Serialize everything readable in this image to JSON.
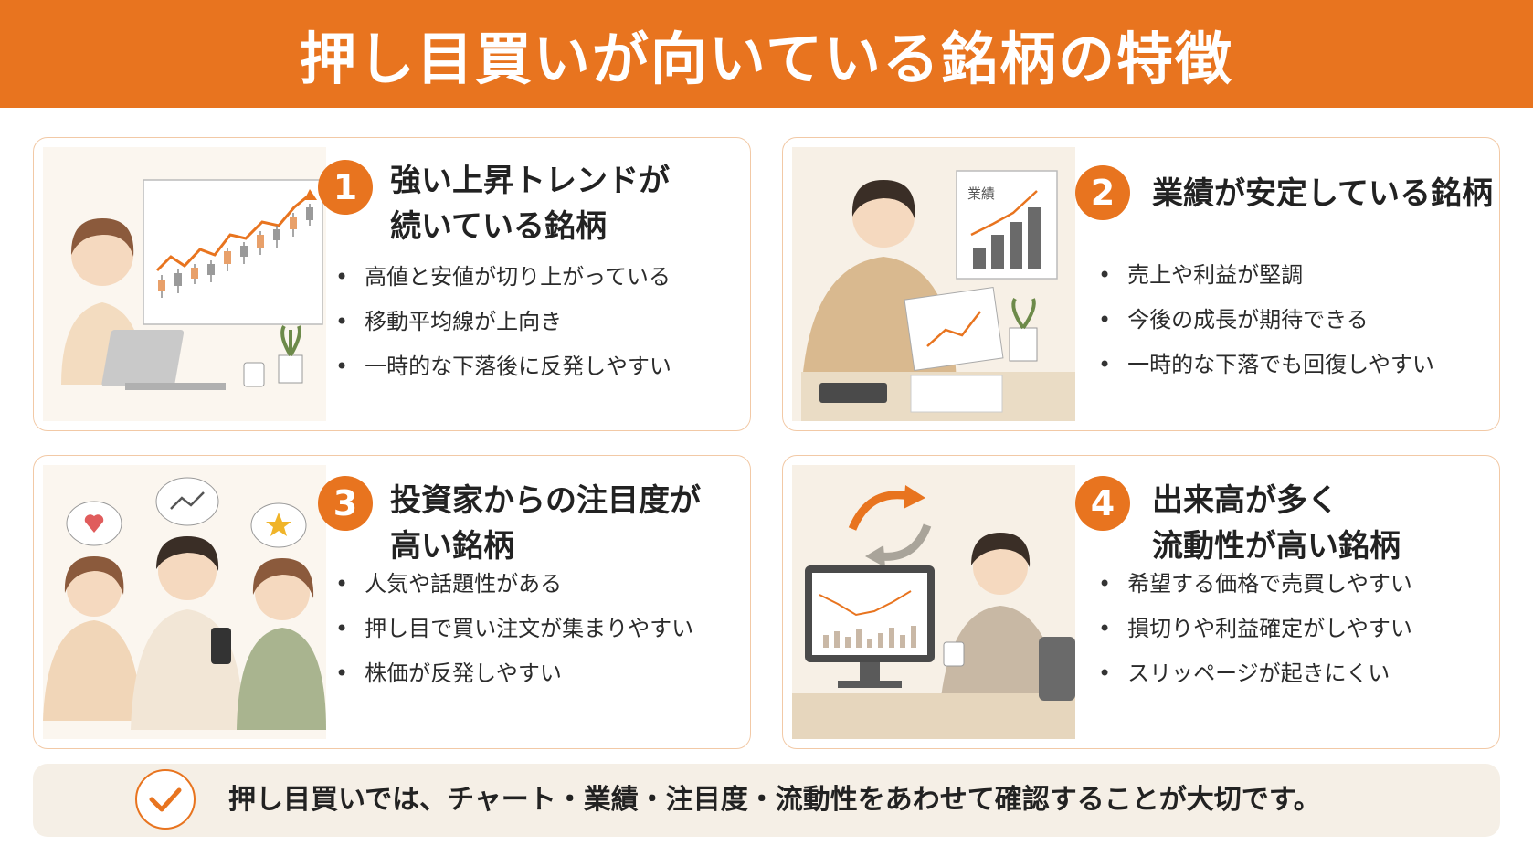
{
  "header": {
    "title": "押し目買いが向いている銘柄の特徴"
  },
  "cards": [
    {
      "number": "1",
      "title_line1": "強い上昇トレンドが",
      "title_line2": "続いている銘柄",
      "bullets": [
        "高値と安値が切り上がっている",
        "移動平均線が上向き",
        "一時的な下落後に反発しやすい"
      ]
    },
    {
      "number": "2",
      "title_line1": "業績が安定している銘柄",
      "title_line2": "",
      "board_label": "業績",
      "bullets": [
        "売上や利益が堅調",
        "今後の成長が期待できる",
        "一時的な下落でも回復しやすい"
      ]
    },
    {
      "number": "3",
      "title_line1": "投資家からの注目度が",
      "title_line2": "高い銘柄",
      "bullets": [
        "人気や話題性がある",
        "押し目で買い注文が集まりやすい",
        "株価が反発しやすい"
      ]
    },
    {
      "number": "4",
      "title_line1": "出来高が多く",
      "title_line2": "流動性が高い銘柄",
      "bullets": [
        "希望する価格で売買しやすい",
        "損切りや利益確定がしやすい",
        "スリッページが起きにくい"
      ]
    }
  ],
  "footer": {
    "text": "押し目買いでは、チャート・業績・注目度・流動性をあわせて確認することが大切です。"
  },
  "colors": {
    "accent": "#e8741f",
    "card_border": "#f2c9a6",
    "footer_bg": "#f5efe6"
  }
}
